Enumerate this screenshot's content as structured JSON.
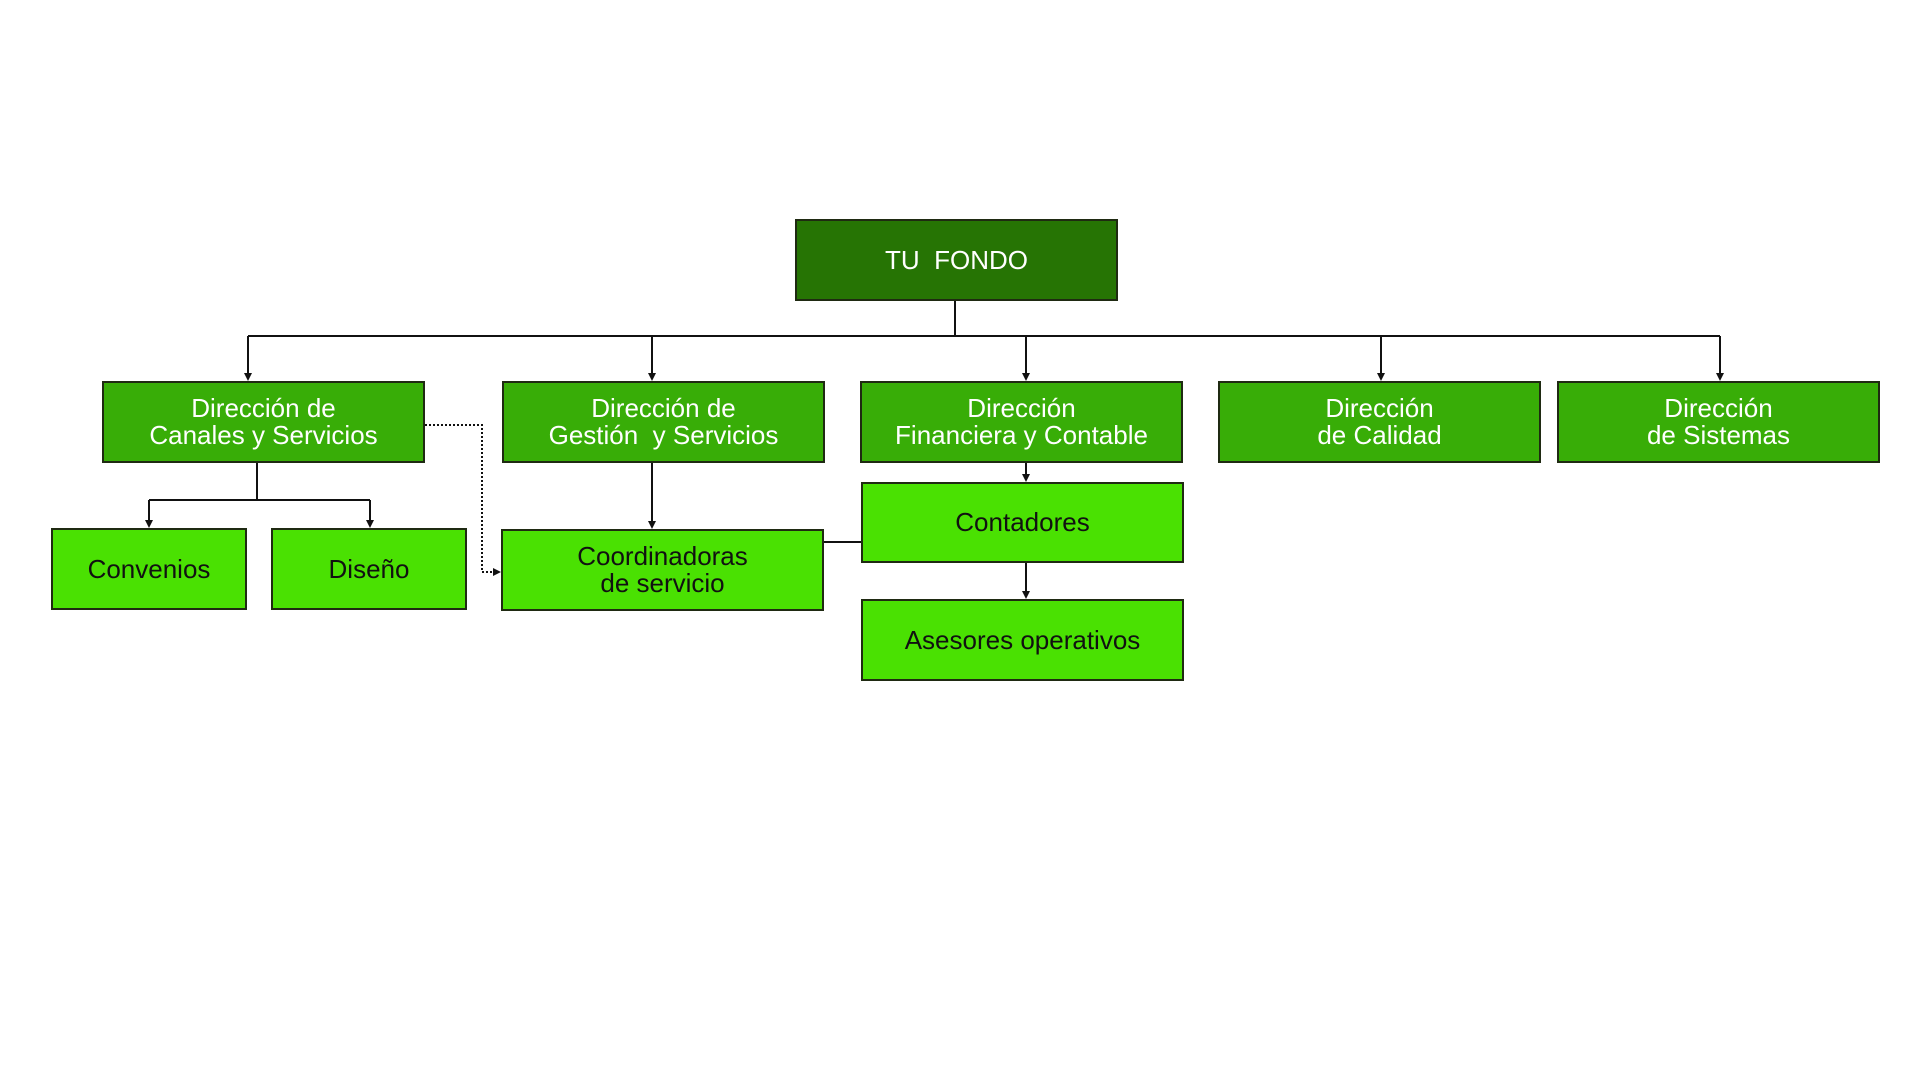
{
  "colors": {
    "root_fill": "#267404",
    "director_fill": "#38ad07",
    "unit_fill": "#4ae102",
    "border": "#1f2a12",
    "connector": "#111111",
    "root_text": "#ffffff",
    "director_text": "#ffffff",
    "unit_text": "#111111"
  },
  "nodes": {
    "root": {
      "lines": [
        "TU  FONDO"
      ]
    },
    "canales": {
      "lines": [
        "Dirección de",
        "Canales y Servicios"
      ]
    },
    "gestion": {
      "lines": [
        "Dirección de",
        "Gestión  y Servicios"
      ]
    },
    "financiera": {
      "lines": [
        "Dirección",
        "Financiera y Contable"
      ]
    },
    "calidad": {
      "lines": [
        "Dirección",
        "de Calidad"
      ]
    },
    "sistemas": {
      "lines": [
        "Dirección",
        "de Sistemas"
      ]
    },
    "convenios": {
      "lines": [
        "Convenios"
      ]
    },
    "diseno": {
      "lines": [
        "Diseño"
      ]
    },
    "coordinadoras": {
      "lines": [
        "Coordinadoras",
        "de servicio"
      ]
    },
    "contadores": {
      "lines": [
        "Contadores"
      ]
    },
    "asesores": {
      "lines": [
        "Asesores operativos"
      ]
    }
  },
  "edges": [
    {
      "from": "root",
      "to": "canales",
      "style": "solid"
    },
    {
      "from": "root",
      "to": "gestion",
      "style": "solid"
    },
    {
      "from": "root",
      "to": "financiera",
      "style": "solid"
    },
    {
      "from": "root",
      "to": "calidad",
      "style": "solid"
    },
    {
      "from": "root",
      "to": "sistemas",
      "style": "solid"
    },
    {
      "from": "canales",
      "to": "convenios",
      "style": "solid"
    },
    {
      "from": "canales",
      "to": "diseno",
      "style": "solid"
    },
    {
      "from": "canales",
      "to": "coordinadoras",
      "style": "dotted"
    },
    {
      "from": "gestion",
      "to": "coordinadoras",
      "style": "solid"
    },
    {
      "from": "financiera",
      "to": "contadores",
      "style": "solid"
    },
    {
      "from": "contadores",
      "to": "asesores",
      "style": "solid"
    },
    {
      "from": "contadores",
      "to": "coordinadoras",
      "style": "solid-no-arrow"
    }
  ]
}
